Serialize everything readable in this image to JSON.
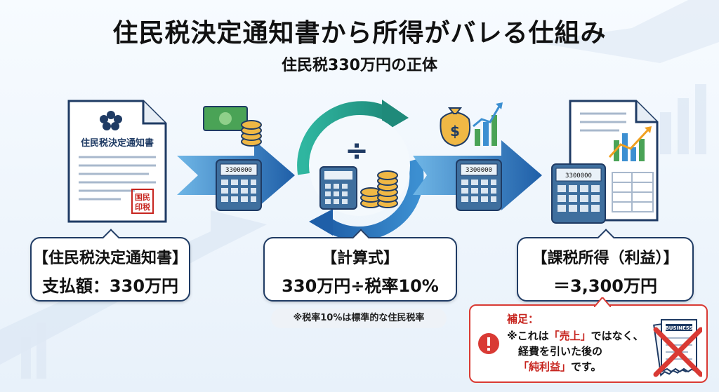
{
  "title": "住民税決定通知書から所得がバレる仕組み",
  "subtitle": "住民税330万円の正体",
  "document_label": "住民税決定通知書",
  "stamp_text": "国民\n印税",
  "calculator_display": "3300000",
  "boxes": {
    "left": {
      "line1": "【住民税決定通知書】",
      "line2": "支払額：330万円"
    },
    "middle": {
      "line1": "【計算式】",
      "line2": "330万円÷税率10%"
    },
    "right": {
      "line1": "【課税所得（利益）】",
      "line2": "＝3,300万円"
    }
  },
  "note": "※税率10%は標準的な住民税率",
  "supplement": {
    "heading": "補足：",
    "line1_prefix": "※これは",
    "line1_highlight": "「売上」",
    "line1_suffix": "ではなく、",
    "line2": "経費を引いた後の",
    "line3_highlight": "「純利益」",
    "line3_suffix": "です。",
    "receipt_label": "BUSINESS"
  },
  "division_symbol": "÷",
  "dollar_symbol": "$",
  "colors": {
    "arrow_blue": "#1f5fa8",
    "cycle_green": "#2fb6a0",
    "frame_navy": "#1f3b64",
    "warn_red": "#d93a34"
  }
}
